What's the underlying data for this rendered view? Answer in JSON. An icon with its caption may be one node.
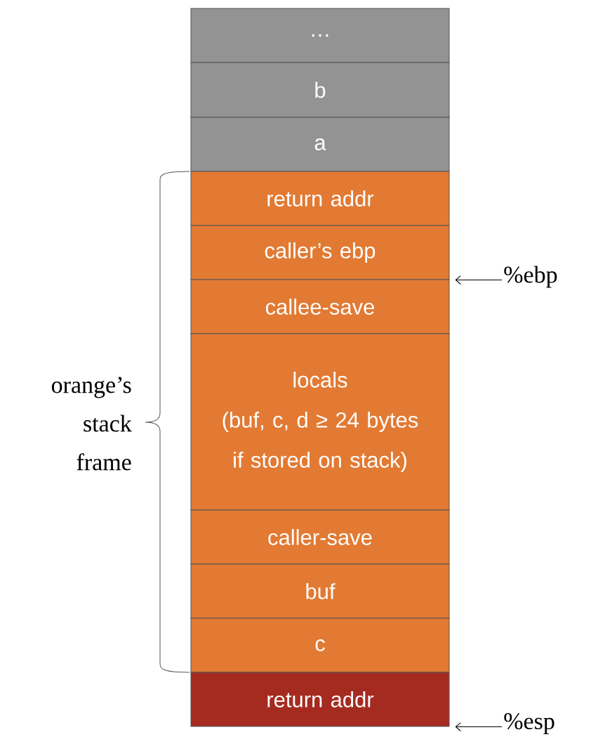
{
  "diagram": {
    "nodes": [
      {
        "text": [
          "…"
        ]
      },
      {
        "text": [
          "b"
        ]
      },
      {
        "text": [
          "a"
        ]
      },
      {
        "text": [
          "return addr"
        ]
      },
      {
        "text": [
          "caller’s ebp"
        ]
      },
      {
        "text": [
          "callee-save"
        ]
      },
      {
        "text": [
          "locals",
          "(buf, c, d ≥ 24 bytes if stored on stack)"
        ]
      },
      {
        "text": [
          "caller-save"
        ]
      },
      {
        "text": [
          "buf"
        ]
      },
      {
        "text": [
          "c"
        ]
      },
      {
        "text": [
          "return addr"
        ]
      },
      {
        "text": [
          "%ebp"
        ]
      },
      {
        "text": [
          "%esp"
        ]
      }
    ],
    "edges": [
      {
        "from": 11,
        "to": 4,
        "arrow": "to"
      },
      {
        "from": 12,
        "to": 10,
        "arrow": "to"
      }
    ],
    "labels": [
      "orange’s stack frame"
    ]
  }
}
